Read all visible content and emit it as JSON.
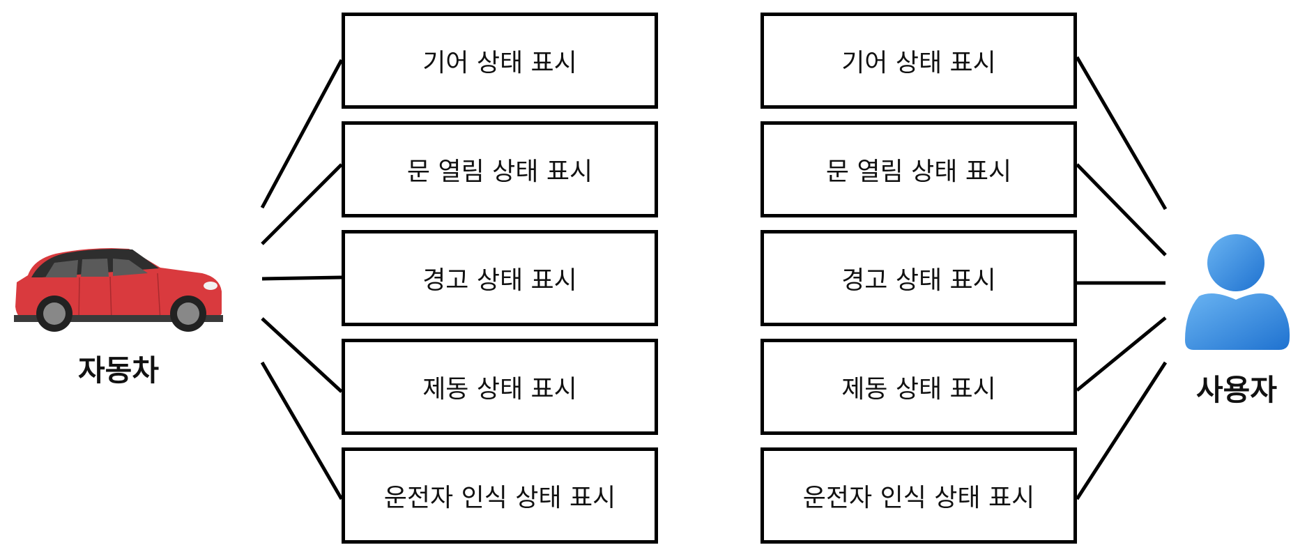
{
  "car": {
    "label": "자동차",
    "icon": "car-icon",
    "color": "#d93a3e"
  },
  "user": {
    "label": "사용자",
    "icon": "user-icon",
    "color": "#3d8fe0"
  },
  "left_boxes": [
    "기어 상태 표시",
    "문 열림 상태 표시",
    "경고 상태 표시",
    "제동 상태 표시",
    "운전자 인식 상태 표시"
  ],
  "right_boxes": [
    "기어 상태 표시",
    "문 열림 상태 표시",
    "경고 상태 표시",
    "제동 상태 표시",
    "운전자 인식 상태 표시"
  ]
}
